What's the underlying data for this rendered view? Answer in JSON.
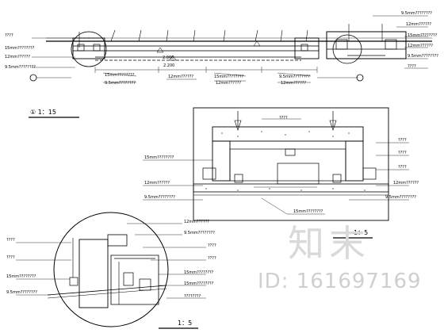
{
  "titles": {
    "detail_1": "①  1：15",
    "detail_2": "1：5",
    "detail_3": "1：5"
  },
  "labels": {
    "l_12mm": "12mm??????",
    "l_95a": "9.5mm????????",
    "l_15a": "15mm????????",
    "l_95b": "9.5mm????????",
    "l_15b": "15mm????????",
    "l_12c": "12mm??????",
    "l_95c": "9.5mm????????",
    "l_tr1": "9.5mm????????",
    "l_tr2": "12mm??????",
    "l_tr3": "15mm????????",
    "l_tr4": "12mm??????",
    "l_tr5": "9.5mm????????",
    "l_r1": "????",
    "l_r2": "????",
    "l_r3": "????",
    "l_r4": "????",
    "l_r5": "12mm??????",
    "l_r6": "9.5mm????????",
    "l_m1": "15mm????????",
    "l_m2": "12mm??????",
    "l_m3": "9.5mm????????",
    "l_m4": "????",
    "l_m5": "15mm????????",
    "l_b1": "????",
    "l_b2": "????",
    "l_b3": "15mm????????",
    "l_b4": "9.5mm????????",
    "l_b5": "12mm??????",
    "l_b6": "9.5mm????????",
    "l_b7": "????",
    "l_b8": "????",
    "l_b9": "15mm????????",
    "l_b10": "15mm????????",
    "l_b11": "????????",
    "l_dim1": "2.000",
    "l_dim2": "2.200",
    "l_top": "????"
  },
  "watermark": {
    "logo": "知末",
    "id": "ID: 161697169"
  }
}
